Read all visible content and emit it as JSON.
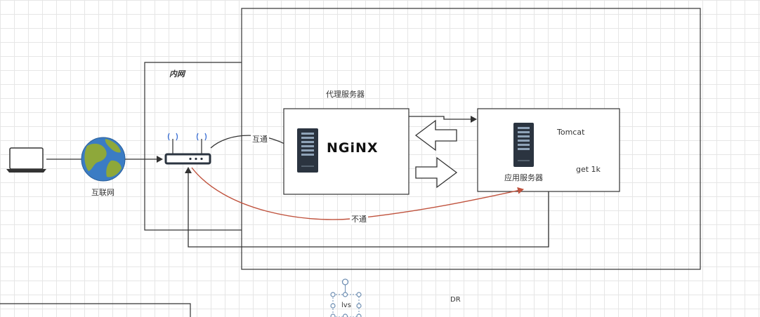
{
  "labels": {
    "intranet": "内网",
    "proxy_server": "代理服务器",
    "internet": "互联网",
    "connected": "互通",
    "not_connected": "不通",
    "tomcat": "Tomcat",
    "get_1k": "get 1k",
    "app_server": "应用服务器",
    "lvs": "lvs",
    "dr": "DR",
    "nginx_logo": "NGiNX"
  },
  "colors": {
    "outline": "#333333",
    "red_edge": "#c0533e",
    "server_body": "#2b3440",
    "server_slot": "#8fa3b8",
    "handle": "#6f8fb3",
    "globe_ocean": "#3b7cc4",
    "globe_land": "#8ea83a"
  }
}
